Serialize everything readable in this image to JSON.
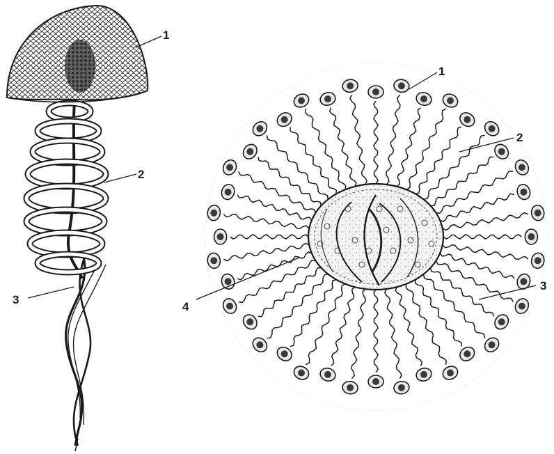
{
  "figure": {
    "left_drawing": {
      "labels": {
        "cap": "1",
        "spiral": "2",
        "tail": "3"
      }
    },
    "right_drawing": {
      "labels": {
        "head": "1",
        "stalk": "2",
        "coil": "3",
        "body": "4"
      },
      "appendage_count": 40
    },
    "colors": {
      "ink": "#1a1a1a",
      "shade": "#3a3a3a",
      "paper": "#ffffff",
      "light": "#d8d8d8"
    }
  }
}
